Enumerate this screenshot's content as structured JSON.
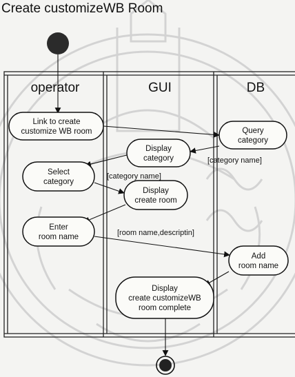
{
  "title": "Create customizeWB Room",
  "lanes": [
    {
      "name": "operator"
    },
    {
      "name": "GUI"
    },
    {
      "name": "DB"
    }
  ],
  "activities": [
    {
      "id": "link",
      "lines": [
        "Link to create",
        "customize WB room"
      ]
    },
    {
      "id": "query",
      "lines": [
        "Query",
        "category"
      ]
    },
    {
      "id": "display-category",
      "lines": [
        "Display",
        "category"
      ]
    },
    {
      "id": "select",
      "lines": [
        "Select",
        "category"
      ]
    },
    {
      "id": "display-create",
      "lines": [
        "Display",
        "create room"
      ]
    },
    {
      "id": "enter",
      "lines": [
        "Enter",
        "room name"
      ]
    },
    {
      "id": "add",
      "lines": [
        "Add",
        "room name"
      ]
    },
    {
      "id": "display-complete",
      "lines": [
        "Display",
        "create customizeWB",
        "room complete"
      ]
    }
  ],
  "flow_labels": {
    "category_name_db": "[category name]",
    "category_name_gui": "[category name]",
    "room_name_description": "[room name,descriptin]"
  },
  "nodes": {
    "start": "initial node",
    "end": "final node"
  },
  "watermark": "university seal"
}
